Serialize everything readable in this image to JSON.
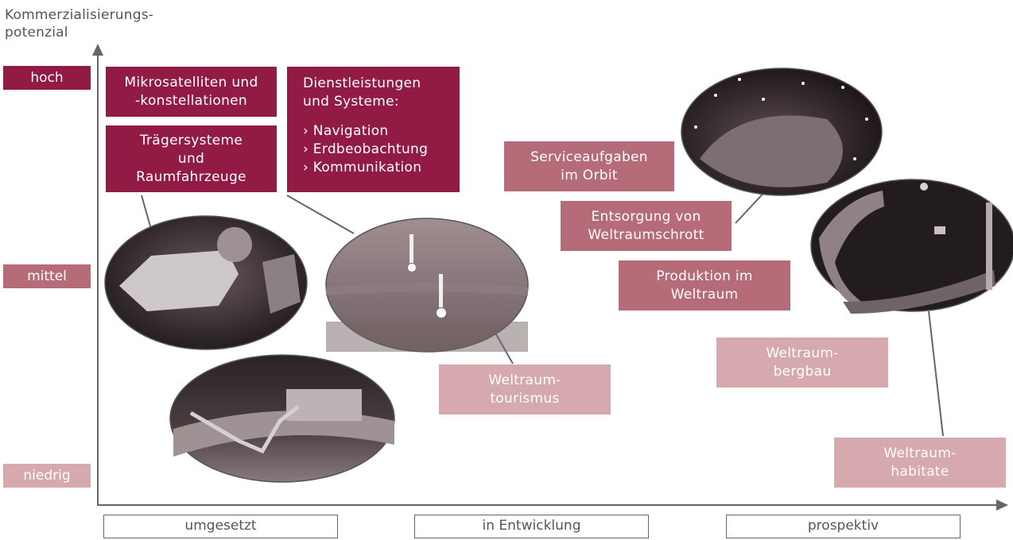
{
  "y_axis": {
    "title_line1": "Kommerzialisierungs-",
    "title_line2": "potenzial",
    "levels": [
      "hoch",
      "mittel",
      "niedrig"
    ]
  },
  "x_axis": {
    "stages": [
      "umgesetzt",
      "in Entwicklung",
      "prospektiv"
    ]
  },
  "items": {
    "mikrosatelliten": [
      "Mikrosatelliten und",
      "-konstellationen"
    ],
    "dienstleistungen": {
      "head": [
        "Dienstleistungen",
        "und Systeme:"
      ],
      "bullets": [
        "› Navigation",
        "› Erdbeobachtung",
        "› Kommunikation"
      ]
    },
    "traeger": [
      "Trägersysteme",
      "und",
      "Raumfahrzeuge"
    ],
    "service": [
      "Serviceaufgaben",
      "im Orbit"
    ],
    "entsorgung": [
      "Entsorgung von",
      "Weltraumschrott"
    ],
    "produktion": [
      "Produktion im",
      "Weltraum"
    ],
    "tourismus": [
      "Weltraum-",
      "tourismus"
    ],
    "bergbau": [
      "Weltraum-",
      "bergbau"
    ],
    "habitate": [
      "Weltraum-",
      "habitate"
    ]
  },
  "colors": {
    "high": "#921b45",
    "medium": "#b56b78",
    "low": "#d5a9ad",
    "axis": "#666666"
  }
}
